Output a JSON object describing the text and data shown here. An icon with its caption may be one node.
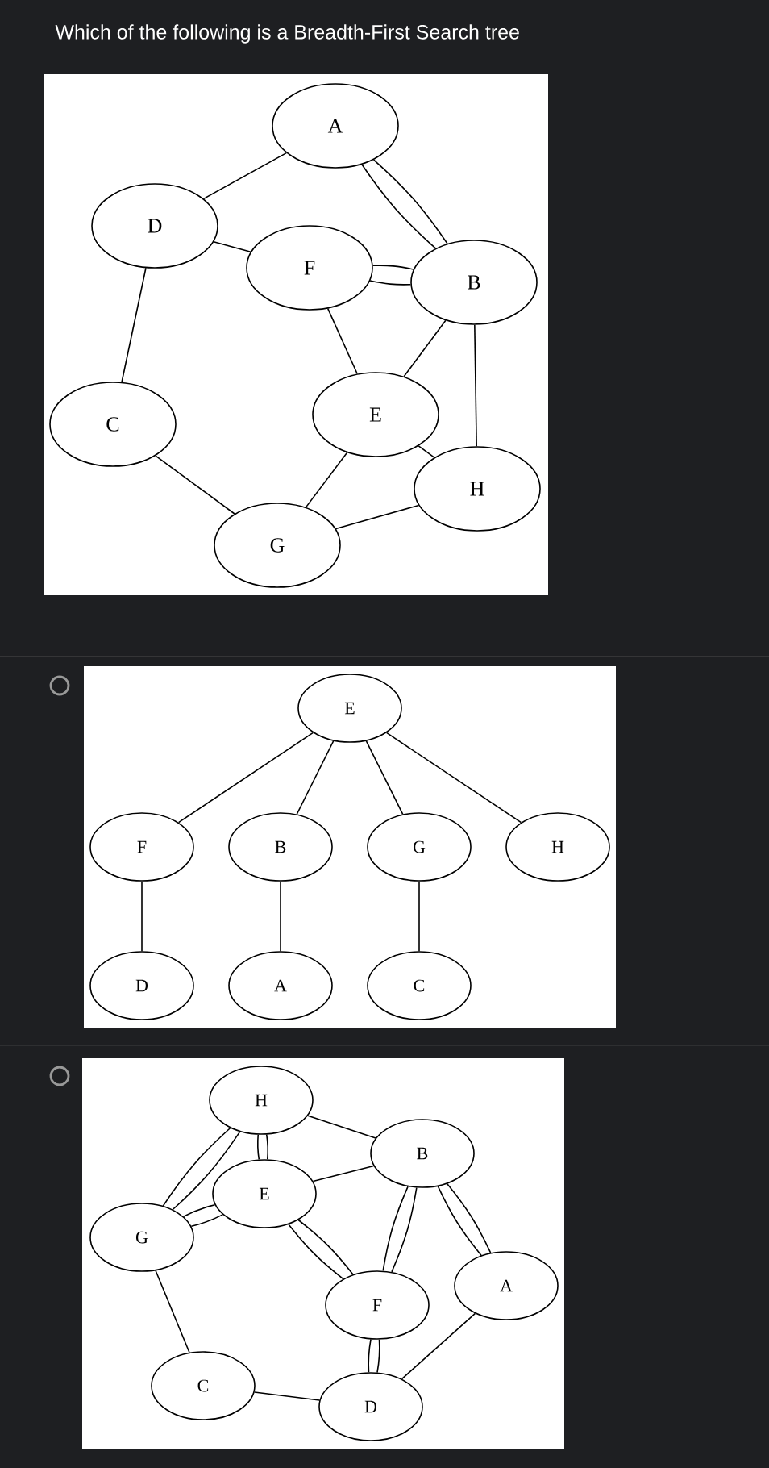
{
  "diagram": {
    "title": "Which of the following is a Breadth-First Search tree",
    "nodes": [
      {
        "text": [
          "A"
        ]
      },
      {
        "text": [
          "D"
        ]
      },
      {
        "text": [
          "F"
        ]
      },
      {
        "text": [
          "B"
        ]
      },
      {
        "text": [
          "C"
        ]
      },
      {
        "text": [
          "E"
        ]
      },
      {
        "text": [
          "H"
        ]
      },
      {
        "text": [
          "G"
        ]
      },
      {
        "text": [
          "E"
        ]
      },
      {
        "text": [
          "F"
        ]
      },
      {
        "text": [
          "B"
        ]
      },
      {
        "text": [
          "G"
        ]
      },
      {
        "text": [
          "H"
        ]
      },
      {
        "text": [
          "D"
        ]
      },
      {
        "text": [
          "A"
        ]
      },
      {
        "text": [
          "C"
        ]
      },
      {
        "text": [
          "H"
        ]
      },
      {
        "text": [
          "B"
        ]
      },
      {
        "text": [
          "E"
        ]
      },
      {
        "text": [
          "G"
        ]
      },
      {
        "text": [
          "A"
        ]
      },
      {
        "text": [
          "F"
        ]
      },
      {
        "text": [
          "C"
        ]
      },
      {
        "text": [
          "D"
        ]
      }
    ],
    "edges": [
      {
        "from": 0,
        "to": 1,
        "arrow": "none"
      },
      {
        "from": 0,
        "to": 3,
        "arrow": "none"
      },
      {
        "from": 0,
        "to": 3,
        "arrow": "none"
      },
      {
        "from": 1,
        "to": 2,
        "arrow": "none"
      },
      {
        "from": 2,
        "to": 3,
        "arrow": "none"
      },
      {
        "from": 2,
        "to": 3,
        "arrow": "none"
      },
      {
        "from": 1,
        "to": 4,
        "arrow": "none"
      },
      {
        "from": 2,
        "to": 5,
        "arrow": "none"
      },
      {
        "from": 3,
        "to": 5,
        "arrow": "none"
      },
      {
        "from": 3,
        "to": 6,
        "arrow": "none"
      },
      {
        "from": 5,
        "to": 6,
        "arrow": "none"
      },
      {
        "from": 4,
        "to": 7,
        "arrow": "none"
      },
      {
        "from": 5,
        "to": 7,
        "arrow": "none"
      },
      {
        "from": 7,
        "to": 6,
        "arrow": "none"
      },
      {
        "from": 8,
        "to": 9,
        "arrow": "none"
      },
      {
        "from": 8,
        "to": 10,
        "arrow": "none"
      },
      {
        "from": 8,
        "to": 11,
        "arrow": "none"
      },
      {
        "from": 8,
        "to": 12,
        "arrow": "none"
      },
      {
        "from": 9,
        "to": 13,
        "arrow": "none"
      },
      {
        "from": 10,
        "to": 14,
        "arrow": "none"
      },
      {
        "from": 11,
        "to": 15,
        "arrow": "none"
      },
      {
        "from": 16,
        "to": 17,
        "arrow": "none"
      },
      {
        "from": 16,
        "to": 18,
        "arrow": "none"
      },
      {
        "from": 16,
        "to": 18,
        "arrow": "none"
      },
      {
        "from": 16,
        "to": 19,
        "arrow": "none"
      },
      {
        "from": 16,
        "to": 19,
        "arrow": "none"
      },
      {
        "from": 18,
        "to": 19,
        "arrow": "none"
      },
      {
        "from": 18,
        "to": 19,
        "arrow": "none"
      },
      {
        "from": 18,
        "to": 17,
        "arrow": "none"
      },
      {
        "from": 18,
        "to": 21,
        "arrow": "none"
      },
      {
        "from": 18,
        "to": 21,
        "arrow": "none"
      },
      {
        "from": 17,
        "to": 21,
        "arrow": "none"
      },
      {
        "from": 17,
        "to": 21,
        "arrow": "none"
      },
      {
        "from": 17,
        "to": 20,
        "arrow": "none"
      },
      {
        "from": 17,
        "to": 20,
        "arrow": "none"
      },
      {
        "from": 19,
        "to": 22,
        "arrow": "none"
      },
      {
        "from": 22,
        "to": 23,
        "arrow": "none"
      },
      {
        "from": 21,
        "to": 23,
        "arrow": "none"
      },
      {
        "from": 21,
        "to": 23,
        "arrow": "none"
      },
      {
        "from": 20,
        "to": 23,
        "arrow": "none"
      }
    ]
  }
}
